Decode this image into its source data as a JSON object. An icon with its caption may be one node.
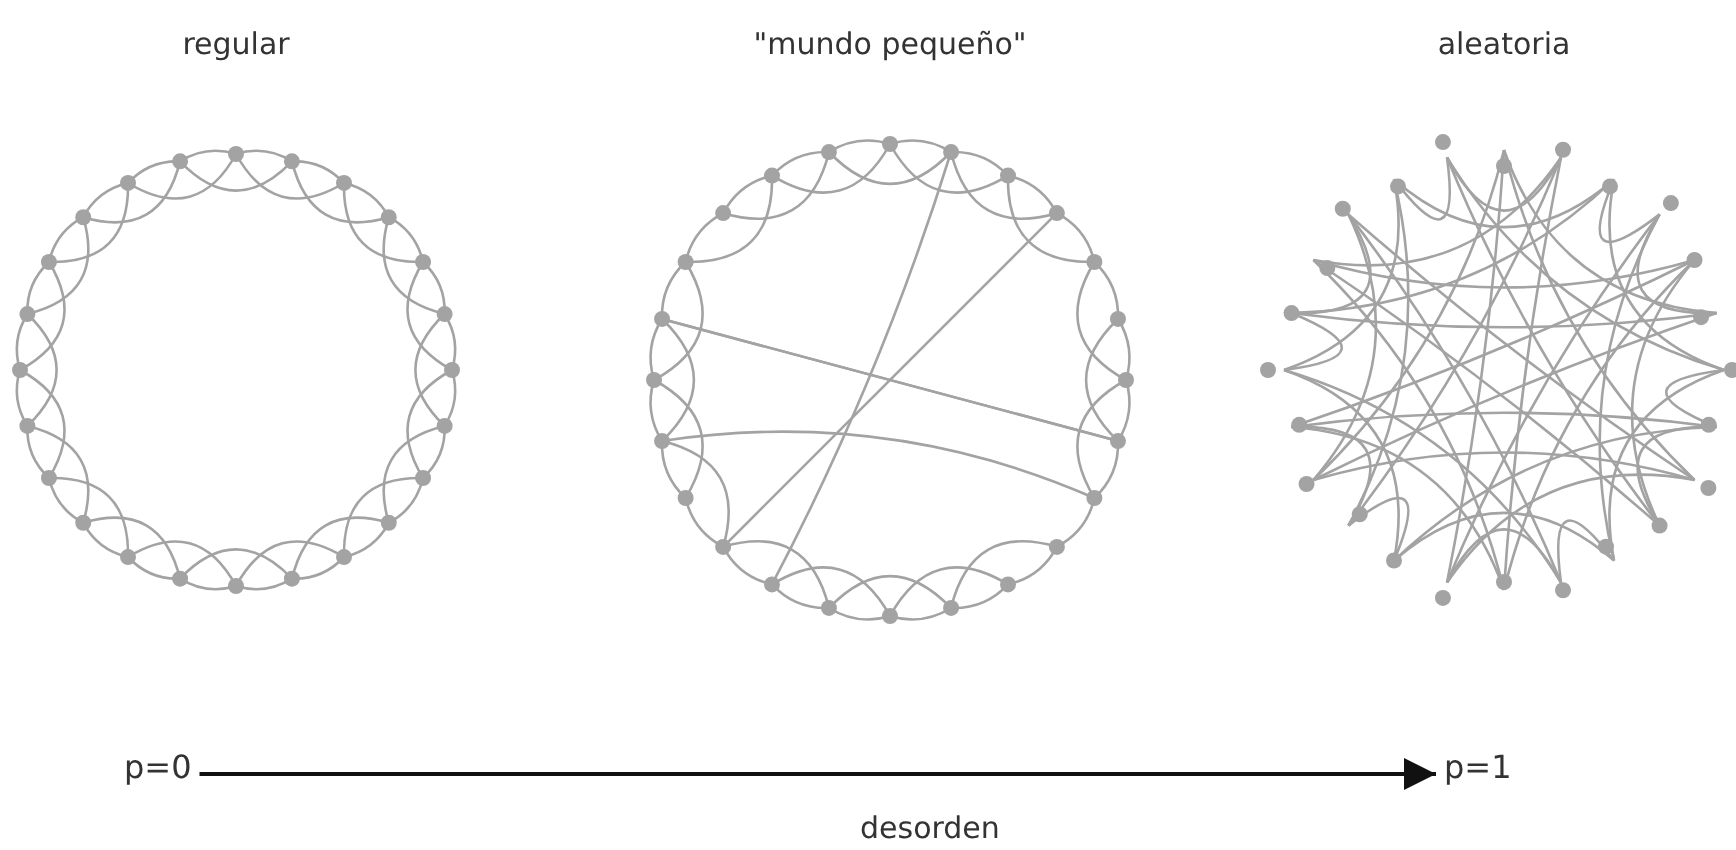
{
  "diagram": {
    "nodes": [
      {
        "text": [
          "p=0"
        ]
      },
      {
        "text": [
          "p=1"
        ]
      }
    ],
    "edges": [
      {
        "from": 0,
        "to": 1,
        "arrow": "to",
        "label": "desorden"
      }
    ],
    "labels": [
      "regular",
      "\"mundo pequeño\"",
      "aleatoria"
    ]
  }
}
